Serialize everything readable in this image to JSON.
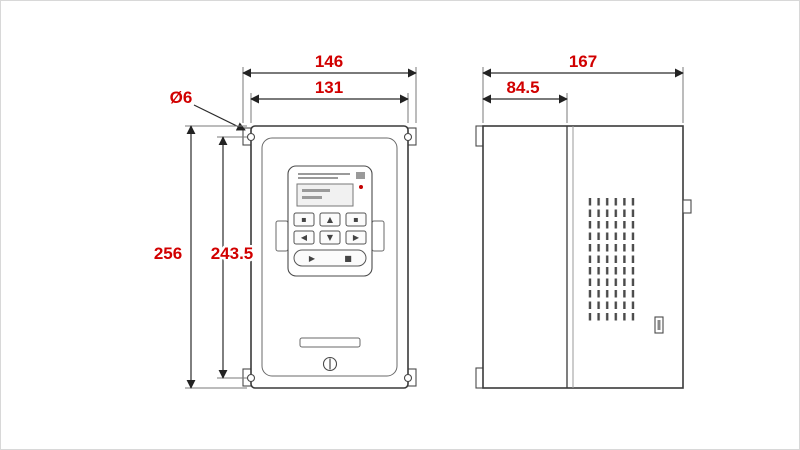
{
  "front_view": {
    "width_total": "146",
    "width_body": "131",
    "hole_diameter": "Ø6",
    "height_total": "256",
    "height_mount": "243.5",
    "keypad": {
      "row1": [
        "▪",
        "▲",
        "▪"
      ],
      "row2": [
        "◀",
        "▼",
        "▶"
      ],
      "pill": [
        "▶",
        "■"
      ]
    }
  },
  "side_view": {
    "depth_total": "167",
    "depth_front": "84.5"
  },
  "colors": {
    "dimension_text": "#d10000",
    "drawing_line": "#3a3a3a"
  }
}
